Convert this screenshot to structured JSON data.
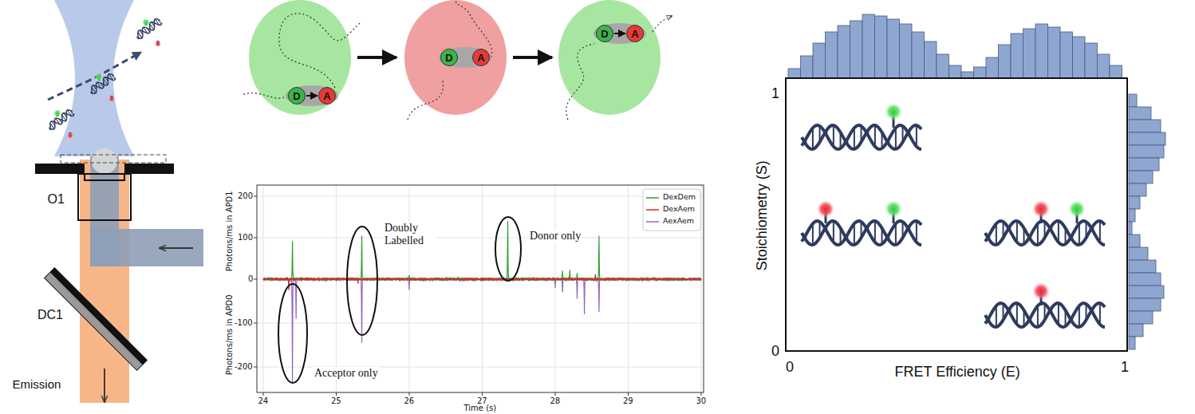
{
  "diagram": {
    "nodes": [
      {
        "text": [
          "D"
        ]
      },
      {
        "text": [
          "A"
        ]
      },
      {
        "text": [
          "D"
        ]
      },
      {
        "text": [
          "A"
        ]
      },
      {
        "text": [
          "D"
        ]
      },
      {
        "text": [
          "A"
        ]
      }
    ],
    "edges": [
      {
        "from": 0,
        "to": 1,
        "arrow": "to"
      },
      {
        "from": 4,
        "to": 5,
        "arrow": "to"
      }
    ],
    "labels": [
      "O1",
      "DC1",
      "Emission",
      "200",
      "100",
      "0",
      "-100",
      "-200",
      "24",
      "25",
      "26",
      "27",
      "28",
      "29",
      "30",
      "Photons/ms in APD1",
      "Photons/ms in APD0",
      "Time (s)",
      "Acceptor only",
      "Doubly Labelled",
      "Donor only",
      "Stoichiometry (S)",
      "FRET Efficiency (E)",
      "1",
      "0",
      "0",
      "1"
    ],
    "legend": [
      {
        "text": "DexDem"
      },
      {
        "text": "DexAem"
      },
      {
        "text": "AexAem"
      }
    ]
  }
}
